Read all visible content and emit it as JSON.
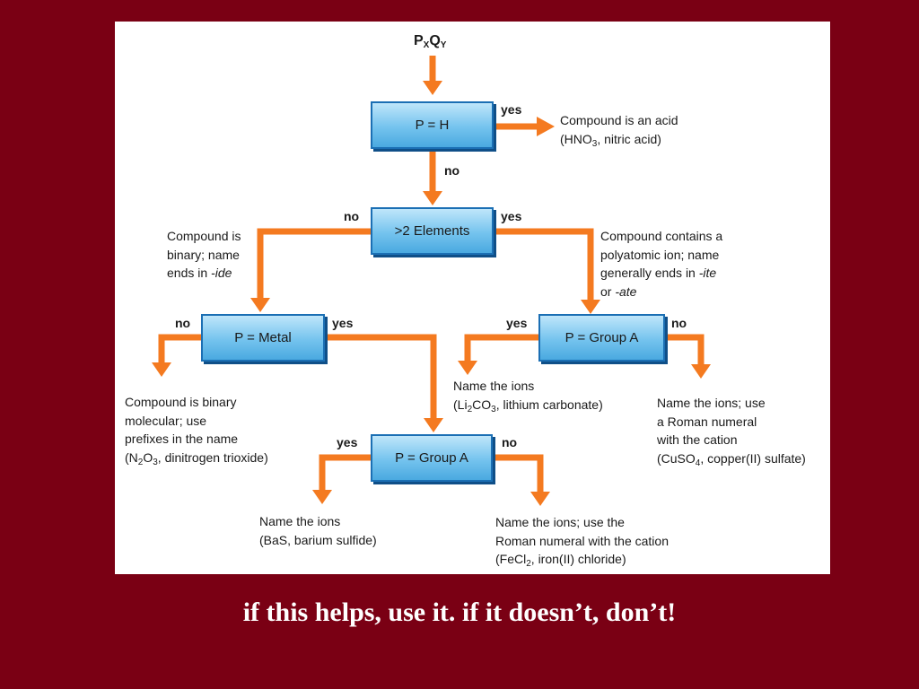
{
  "start_formula": {
    "p": "P",
    "x": "X",
    "q": "Q",
    "y": "Y"
  },
  "boxes": {
    "p_h": "P = H",
    "elements": ">2 Elements",
    "p_metal": "P = Metal",
    "p_group_a_right": "P = Group A",
    "p_group_a_bottom": "P = Group A"
  },
  "labels": {
    "yes": "yes",
    "no": "no"
  },
  "notes": {
    "acid": {
      "line1": "Compound is an acid",
      "line2_pre": "(HNO",
      "line2_sub": "3",
      "line2_post": ", nitric acid)"
    },
    "binary": {
      "line1": "Compound is",
      "line2": "binary; name",
      "line3_pre": "ends in ",
      "line3_em": "-ide"
    },
    "polyatomic": {
      "line1": "Compound contains a",
      "line2": "polyatomic ion; name",
      "line3_pre": "generally ends in ",
      "line3_em": "-ite",
      "line4_pre": "or ",
      "line4_em": "-ate"
    },
    "molecular": {
      "line1": "Compound is binary",
      "line2": "molecular; use",
      "line3": "prefixes in the name",
      "line4_a": "(N",
      "line4_sub1": "2",
      "line4_b": "O",
      "line4_sub2": "3",
      "line4_c": ", dinitrogen trioxide)"
    },
    "name_ions_li": {
      "line1": "Name the ions",
      "line2_a": "(Li",
      "line2_sub1": "2",
      "line2_b": "CO",
      "line2_sub2": "3",
      "line2_c": ", lithium carbonate)"
    },
    "roman_cuso4": {
      "line1": "Name the ions; use",
      "line2": "a Roman numeral",
      "line3": "with the cation",
      "line4_pre": "(CuSO",
      "line4_sub": "4",
      "line4_post": ", copper(II) sulfate)"
    },
    "name_ions_bas": {
      "line1": "Name the ions",
      "line2": "(BaS, barium sulfide)"
    },
    "roman_fecl2": {
      "line1": "Name the ions; use the",
      "line2": "Roman numeral with the cation",
      "line3_pre": "(FeCl",
      "line3_sub": "2",
      "line3_post": ", iron(II) chloride)"
    }
  },
  "caption": "if this helps, use it. if it doesn’t, don’t!",
  "colors": {
    "background": "#7a0014",
    "arrow": "#f47a20",
    "box_border": "#1b6fb4",
    "box_fill": "#74c3ee"
  }
}
